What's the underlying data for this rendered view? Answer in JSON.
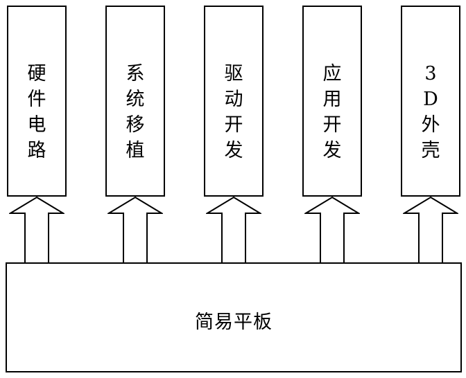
{
  "modules": [
    {
      "chars": [
        "硬",
        "件",
        "电",
        "路"
      ]
    },
    {
      "chars": [
        "系",
        "统",
        "移",
        "植"
      ]
    },
    {
      "chars": [
        "驱",
        "动",
        "开",
        "发"
      ]
    },
    {
      "chars": [
        "应",
        "用",
        "开",
        "发"
      ]
    },
    {
      "chars": [
        "3",
        "D",
        "外",
        "壳"
      ]
    }
  ],
  "base": {
    "label": "简易平板"
  }
}
